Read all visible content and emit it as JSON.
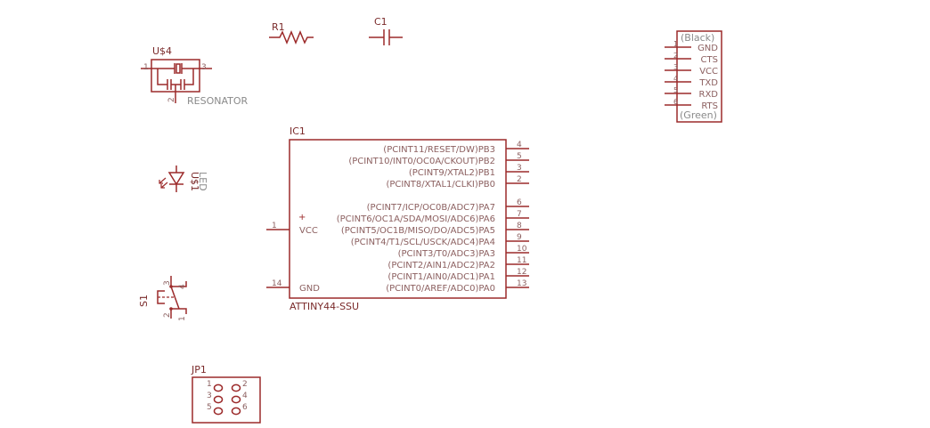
{
  "colors": {
    "symbol": "#9c2a2a",
    "name": "#7a2a2a",
    "value": "#8a8a8a",
    "pin_label": "#8c6060",
    "pin_number": "#8c6060",
    "background": "#ffffff"
  },
  "components": {
    "r1": {
      "name": "R1"
    },
    "c1": {
      "name": "C1"
    },
    "resonator": {
      "name": "U$4",
      "value": "RESONATOR",
      "pins": [
        "1",
        "2",
        "3"
      ]
    },
    "led": {
      "name": "U$1",
      "value": "LED"
    },
    "switch": {
      "name": "S1",
      "pins": [
        "1",
        "2",
        "3",
        "4"
      ]
    },
    "jp1": {
      "name": "JP1",
      "pins": [
        "1",
        "2",
        "3",
        "4",
        "5",
        "6"
      ]
    },
    "ftdi": {
      "top_label": "(Black)",
      "bottom_label": "(Green)",
      "pins": [
        {
          "num": "1",
          "name": "GND"
        },
        {
          "num": "2",
          "name": "CTS"
        },
        {
          "num": "3",
          "name": "VCC"
        },
        {
          "num": "4",
          "name": "TXD"
        },
        {
          "num": "5",
          "name": "RXD"
        },
        {
          "num": "6",
          "name": "RTS"
        }
      ]
    },
    "ic1": {
      "name": "IC1",
      "value": "ATTINY44-SSU",
      "plus_mark": "+",
      "left_pins": [
        {
          "num": "1",
          "name": "VCC"
        },
        {
          "num": "14",
          "name": "GND"
        }
      ],
      "right_pins": [
        {
          "num": "4",
          "name": "(PCINT11/RESET/DW)PB3"
        },
        {
          "num": "5",
          "name": "(PCINT10/INT0/OC0A/CKOUT)PB2"
        },
        {
          "num": "3",
          "name": "(PCINT9/XTAL2)PB1"
        },
        {
          "num": "2",
          "name": "(PCINT8/XTAL1/CLKI)PB0"
        },
        {
          "num": "6",
          "name": "(PCINT7/ICP/OC0B/ADC7)PA7"
        },
        {
          "num": "7",
          "name": "(PCINT6/OC1A/SDA/MOSI/ADC6)PA6"
        },
        {
          "num": "8",
          "name": "(PCINT5/OC1B/MISO/DO/ADC5)PA5"
        },
        {
          "num": "9",
          "name": "(PCINT4/T1/SCL/USCK/ADC4)PA4"
        },
        {
          "num": "10",
          "name": "(PCINT3/T0/ADC3)PA3"
        },
        {
          "num": "11",
          "name": "(PCINT2/AIN1/ADC2)PA2"
        },
        {
          "num": "12",
          "name": "(PCINT1/AIN0/ADC1)PA1"
        },
        {
          "num": "13",
          "name": "(PCINT0/AREF/ADC0)PA0"
        }
      ]
    }
  }
}
